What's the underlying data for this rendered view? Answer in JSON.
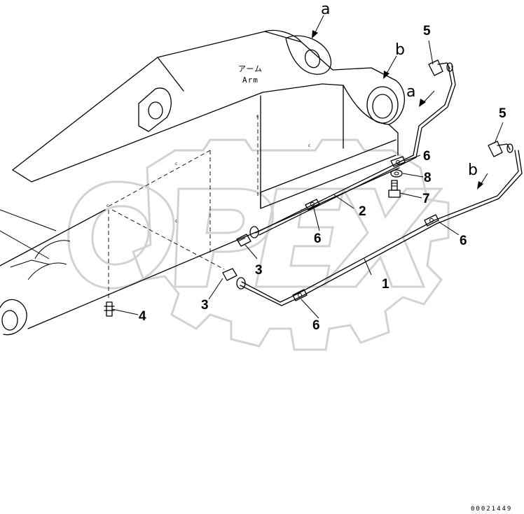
{
  "diagram": {
    "arm_label_jp": "アーム",
    "arm_label_en": "Arm",
    "part_number": "00021449",
    "watermark_text": "OPEX",
    "view_labels": [
      "a",
      "b",
      "a",
      "b"
    ],
    "callouts": [
      "1",
      "2",
      "3",
      "3",
      "4",
      "5",
      "5",
      "6",
      "6",
      "6",
      "6",
      "7",
      "8"
    ],
    "tiny_marks": [
      "c",
      "c",
      "c",
      "c",
      "c"
    ]
  }
}
